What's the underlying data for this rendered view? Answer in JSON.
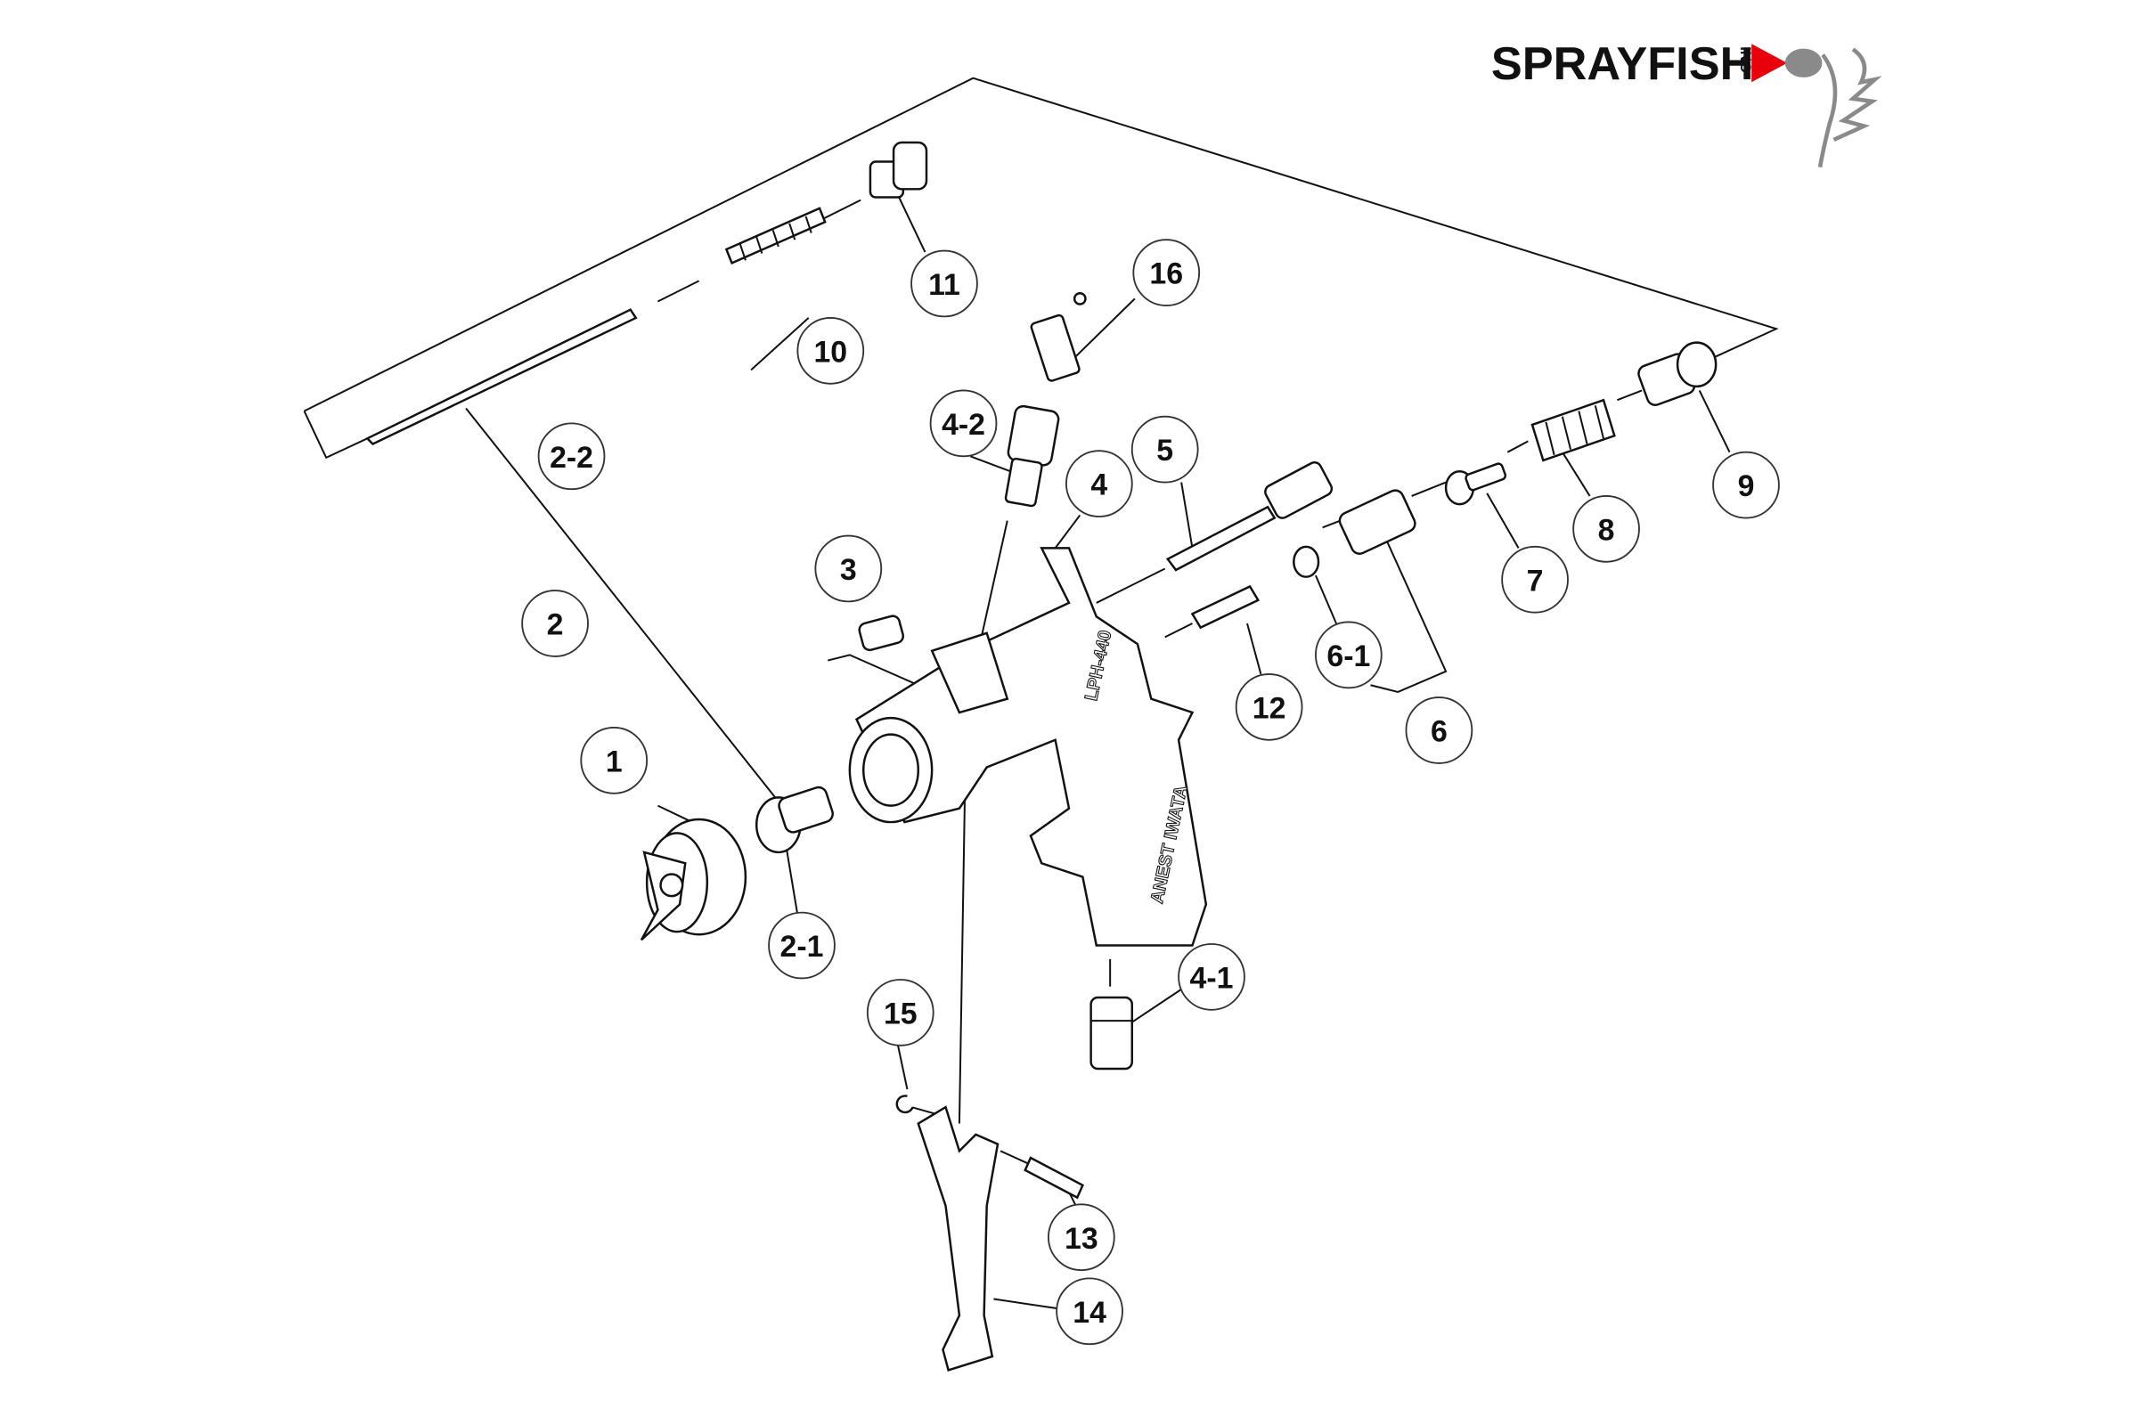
{
  "logo": {
    "name": "SPRAYFISH",
    "suffix": "INC",
    "accent_color": "#e8000b",
    "fish_color": "#8a8a8a"
  },
  "gun_markings": {
    "model": "LPH-440",
    "brand": "ANEST IWATA"
  },
  "callouts": [
    "1",
    "2",
    "2-1",
    "2-2",
    "3",
    "4",
    "4-1",
    "4-2",
    "5",
    "6",
    "6-1",
    "7",
    "8",
    "9",
    "10",
    "11",
    "12",
    "13",
    "14",
    "15",
    "16"
  ]
}
